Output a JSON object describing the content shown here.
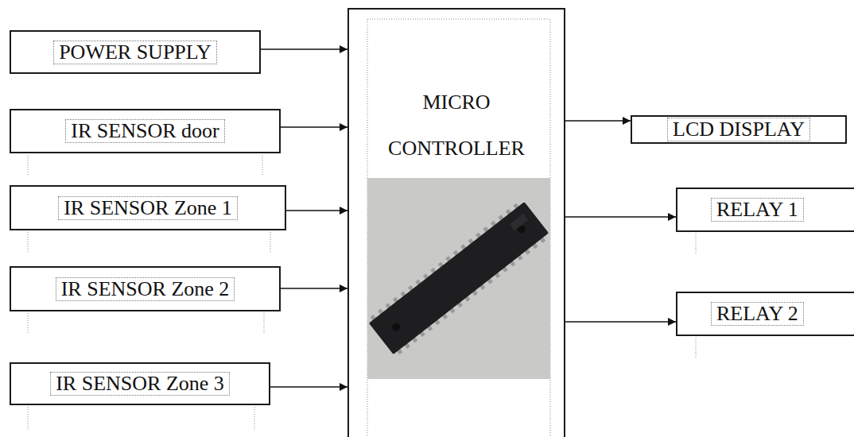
{
  "diagram": {
    "nodes": [
      {
        "text": [
          "POWER SUPPLY"
        ]
      },
      {
        "text": [
          "IR SENSOR door"
        ]
      },
      {
        "text": [
          "IR SENSOR Zone 1"
        ]
      },
      {
        "text": [
          "IR SENSOR Zone 2"
        ]
      },
      {
        "text": [
          "IR SENSOR Zone 3"
        ]
      },
      {
        "text": [
          "MICRO CONTROLLER"
        ]
      },
      {
        "text": [
          "LCD DISPLAY"
        ]
      },
      {
        "text": [
          "RELAY 1"
        ]
      },
      {
        "text": [
          "RELAY 2"
        ]
      }
    ],
    "edges": [
      {
        "from": 0,
        "to": 5,
        "arrow": "to"
      },
      {
        "from": 1,
        "to": 5,
        "arrow": "to"
      },
      {
        "from": 2,
        "to": 5,
        "arrow": "to"
      },
      {
        "from": 3,
        "to": 5,
        "arrow": "to"
      },
      {
        "from": 4,
        "to": 5,
        "arrow": "to"
      },
      {
        "from": 5,
        "to": 6,
        "arrow": "to"
      },
      {
        "from": 5,
        "to": 7,
        "arrow": "to"
      },
      {
        "from": 5,
        "to": 8,
        "arrow": "to"
      }
    ]
  }
}
